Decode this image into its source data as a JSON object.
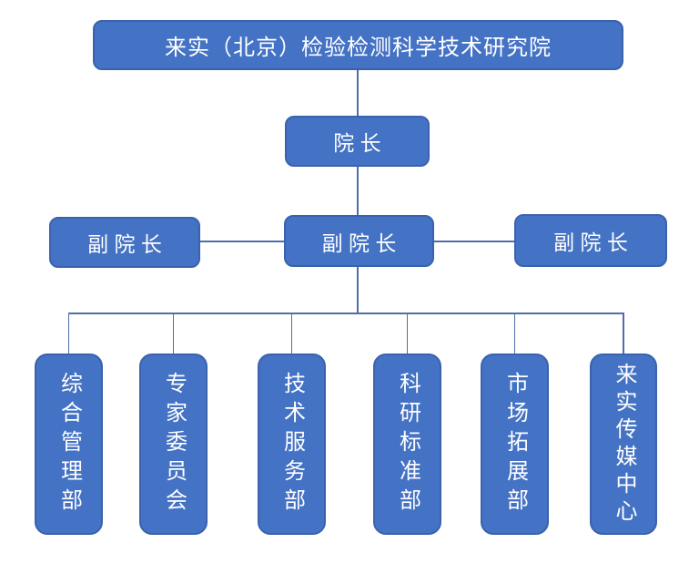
{
  "org_chart": {
    "type": "org-chart",
    "root": {
      "label": "来实（北京）检验检测科学技术研究院"
    },
    "president": {
      "label": "院 长"
    },
    "vice_presidents": [
      {
        "label": "副 院 长"
      },
      {
        "label": "副 院 长"
      },
      {
        "label": "副 院 长"
      }
    ],
    "departments": [
      {
        "label": "综合管理部"
      },
      {
        "label": "专家委员会"
      },
      {
        "label": "技术服务部"
      },
      {
        "label": "科研标准部"
      },
      {
        "label": "市场拓展部"
      },
      {
        "label": "来实传媒中心"
      }
    ]
  },
  "colors": {
    "box_fill": "#4472c4",
    "box_border": "#3a62ad",
    "connector": "#4d6fa8",
    "box_text": "#ffffff",
    "background": "#ffffff"
  }
}
